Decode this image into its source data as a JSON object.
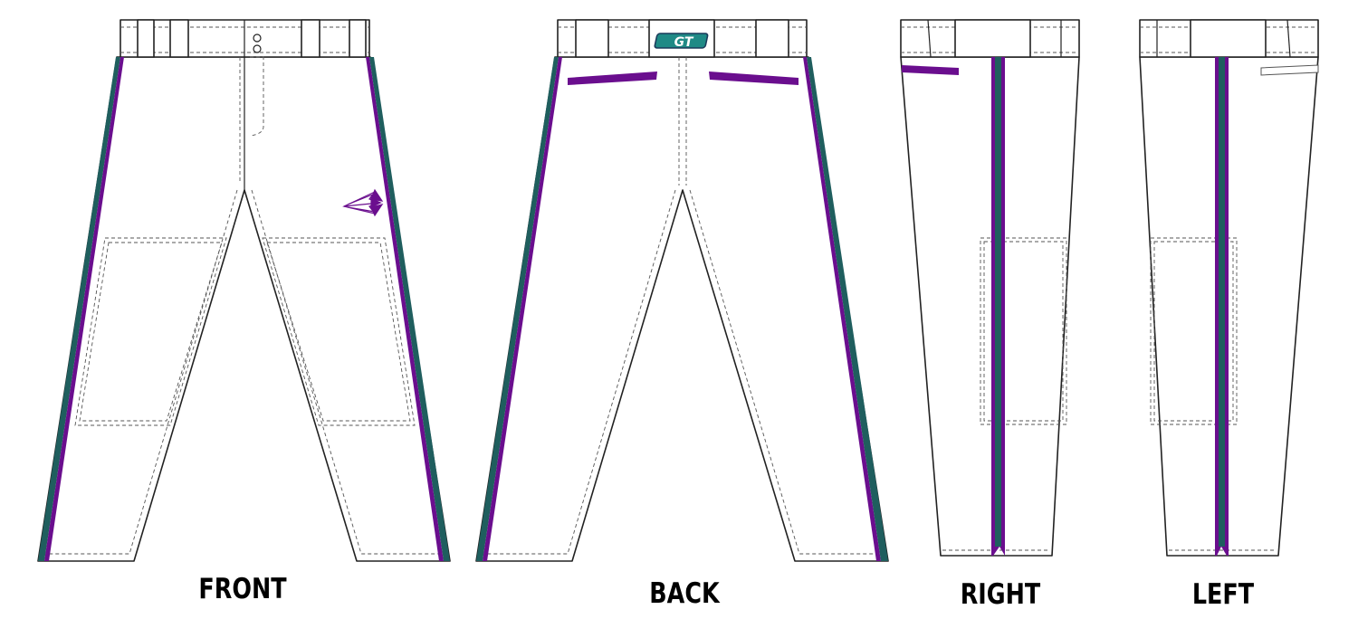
{
  "colors": {
    "outline": "#222222",
    "fabric": "#ffffff",
    "stitch": "#555555",
    "purple": "#6a0e8e",
    "teal": "#1f5e5e",
    "logo_teal": "#1f8a86",
    "logo_navy": "#1a3a5a"
  },
  "logo": {
    "text": "GT"
  },
  "views": {
    "front": {
      "label": "FRONT"
    },
    "back": {
      "label": "BACK"
    },
    "right": {
      "label": "RIGHT"
    },
    "left": {
      "label": "LEFT"
    }
  }
}
